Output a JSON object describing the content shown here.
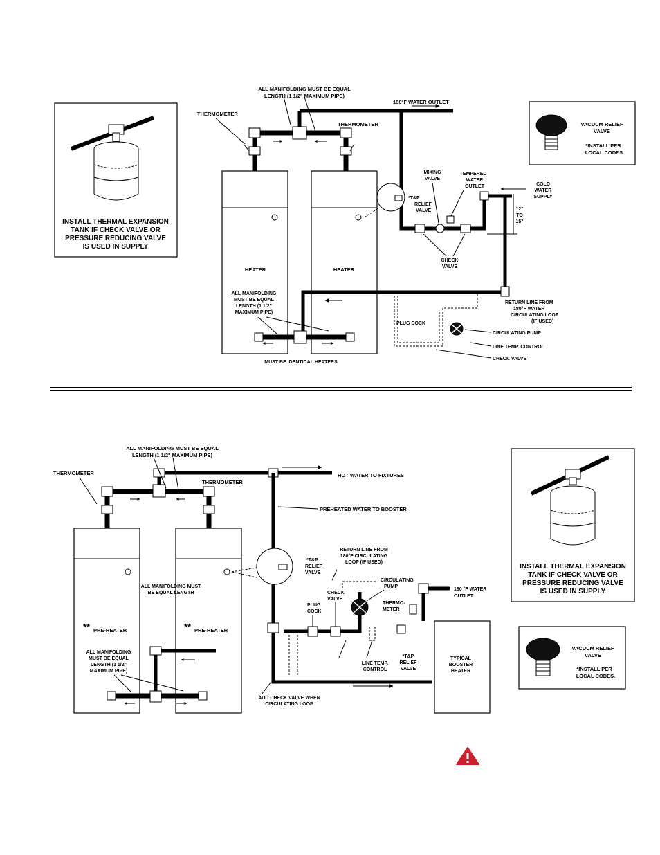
{
  "top_diagram": {
    "manifold_note_top": [
      "ALL MANIFOLDING MUST BE EQUAL",
      "LENGTH  (1 1/2\" MAXIMUM PIPE)"
    ],
    "outlet_label": "180°F WATER OUTLET",
    "thermometer_left": "THERMOMETER",
    "thermometer_right": "THERMOMETER",
    "heater_left": "HEATER",
    "heater_right": "HEATER",
    "tp_relief": [
      "*T&P",
      "RELIEF",
      "VALVE"
    ],
    "mixing_valve": [
      "MIXING",
      "VALVE"
    ],
    "tempered_outlet": [
      "TEMPERED",
      "WATER",
      "OUTLET"
    ],
    "cold_supply": [
      "COLD",
      "WATER",
      "SUPPLY"
    ],
    "dimension": [
      "12\"",
      "TO",
      "15\""
    ],
    "check_valve": [
      "CHECK",
      "VALVE"
    ],
    "manifold_note_bottom": [
      "ALL MANIFOLDING",
      "MUST BE EQUAL",
      "LENGTH  (1 1/2\"",
      "MAXIMUM PIPE)"
    ],
    "return_line": [
      "RETURN LINE FROM",
      "180°F WATER",
      "CIRCULATING LOOP",
      "(IF USED)"
    ],
    "plug_cock": "PLUG COCK",
    "circulating_pump": "CIRCULATING PUMP",
    "line_temp_control": "LINE TEMP. CONTROL",
    "check_valve_bottom": "CHECK VALVE",
    "identical_heaters": "MUST BE IDENTICAL HEATERS",
    "expansion_box": [
      "INSTALL THERMAL EXPANSION",
      "TANK IF CHECK VALVE OR",
      "PRESSURE REDUCING VALVE",
      "IS USED IN SUPPLY"
    ],
    "vacuum_box": [
      "VACUUM RELIEF",
      "VALVE",
      "*INSTALL PER",
      "LOCAL CODES."
    ]
  },
  "bottom_diagram": {
    "manifold_note_top": [
      "ALL MANIFOLDING MUST BE EQUAL",
      "LENGTH  (1 1/2\" MAXIMUM PIPE)"
    ],
    "thermometer_left": "THERMOMETER",
    "thermometer_right": "THERMOMETER",
    "hot_water": "HOT WATER TO FIXTURES",
    "preheated": "PREHEATED WATER TO BOOSTER",
    "tp_relief": [
      "*T&P",
      "RELIEF",
      "VALVE"
    ],
    "return_line": [
      "RETURN LINE FROM",
      "180°F CIRCULATING",
      "LOOP (IF USED)"
    ],
    "circulating_pump": [
      "CIRCULATING",
      "PUMP"
    ],
    "outlet": [
      "180 °F WATER",
      "OUTLET"
    ],
    "manifold_equal": [
      "ALL MANIFOLDING MUST",
      "BE EQUAL LENGTH"
    ],
    "check_valve": [
      "CHECK",
      "VALVE"
    ],
    "plug_cock": [
      "PLUG",
      "COCK"
    ],
    "thermometer_booster": [
      "THERMO-",
      "METER"
    ],
    "preheater_left": "PRE-HEATER",
    "preheater_right": "PRE-HEATER",
    "preheater_mark": "**",
    "manifold_note_bottom": [
      "ALL MANIFOLDING",
      "MUST BE EQUAL",
      "LENGTH  (1 1/2\"",
      "MAXIMUM PIPE)"
    ],
    "line_temp_control": [
      "LINE TEMP.",
      "CONTROL"
    ],
    "tp_relief_booster": [
      "*T&P",
      "RELIEF",
      "VALVE"
    ],
    "booster_heater": [
      "TYPICAL",
      "BOOSTER",
      "HEATER"
    ],
    "add_check_valve": [
      "ADD CHECK VALVE WHEN",
      "CIRCULATING LOOP"
    ],
    "expansion_box": [
      "INSTALL THERMAL EXPANSION",
      "TANK IF CHECK VALVE OR",
      "PRESSURE REDUCING VALVE",
      "IS USED IN SUPPLY"
    ],
    "vacuum_box": [
      "VACUUM RELIEF",
      "VALVE",
      "*INSTALL PER",
      "LOCAL CODES."
    ]
  },
  "warning_icon": "warning-triangle-icon",
  "colors": {
    "ink": "#000000",
    "warning": "#cc1f2d"
  }
}
